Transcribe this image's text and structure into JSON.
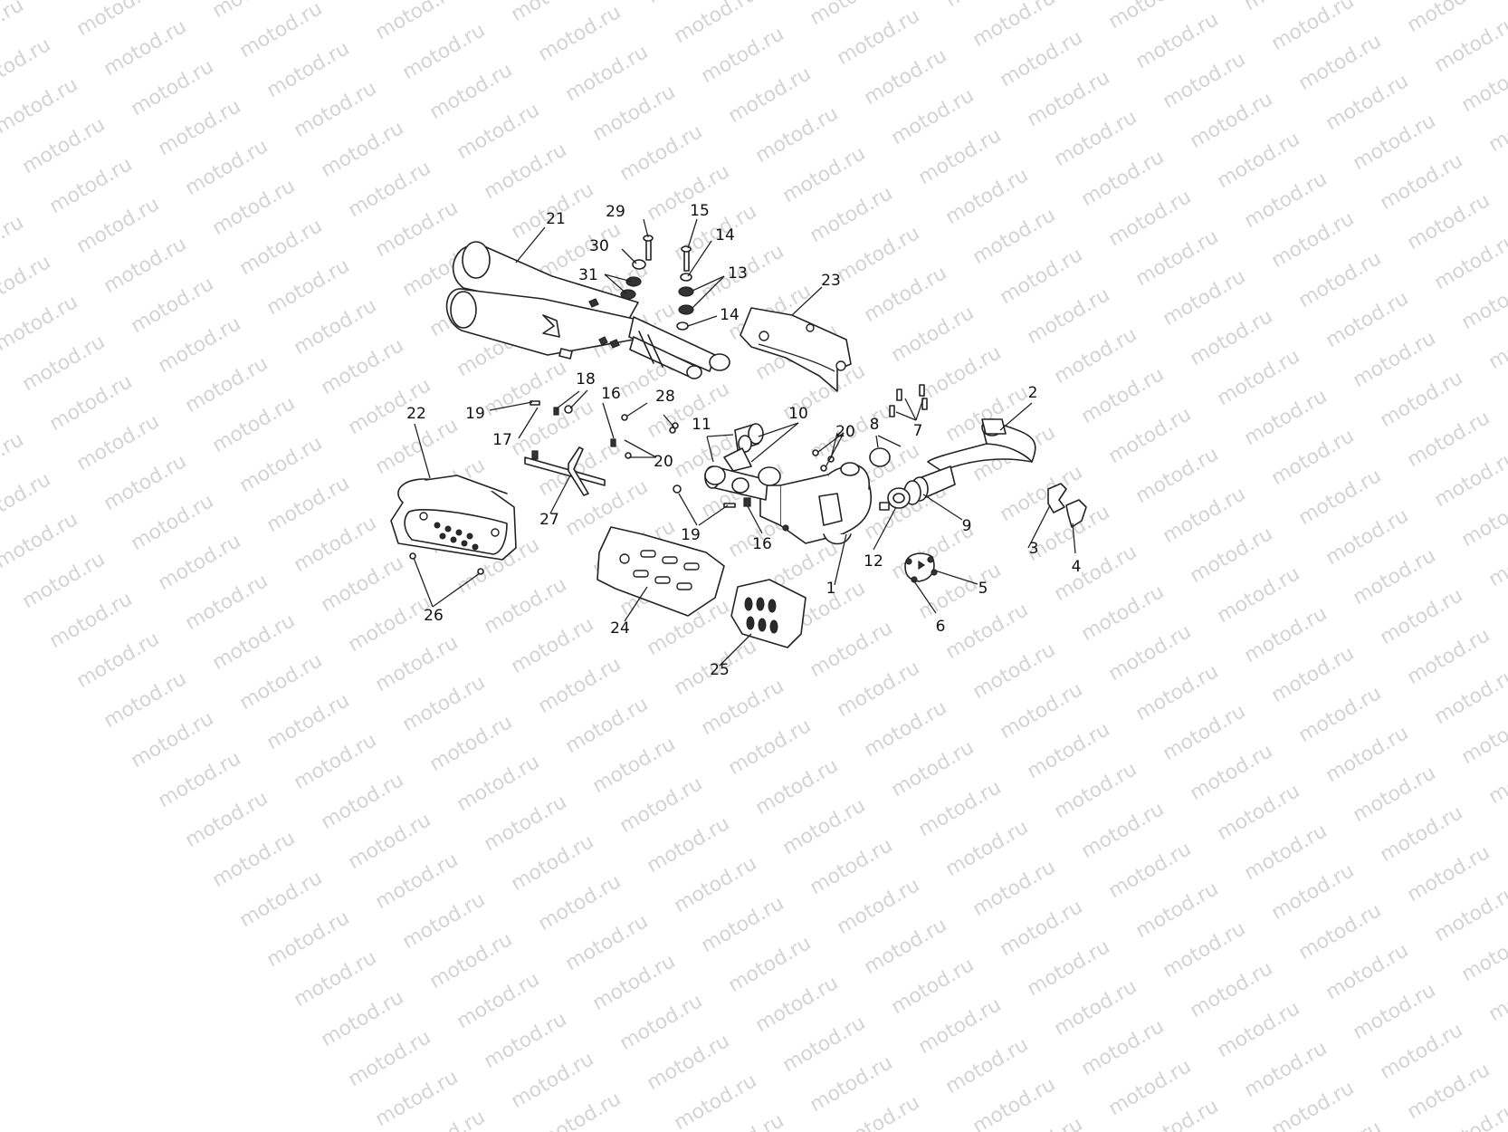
{
  "watermark": {
    "text": "motod.ru"
  },
  "diagram": {
    "callouts": [
      {
        "id": "1",
        "label": "1"
      },
      {
        "id": "2",
        "label": "2"
      },
      {
        "id": "3",
        "label": "3"
      },
      {
        "id": "4",
        "label": "4"
      },
      {
        "id": "5",
        "label": "5"
      },
      {
        "id": "6",
        "label": "6"
      },
      {
        "id": "7",
        "label": "7"
      },
      {
        "id": "8",
        "label": "8"
      },
      {
        "id": "9",
        "label": "9"
      },
      {
        "id": "10",
        "label": "10"
      },
      {
        "id": "11",
        "label": "11"
      },
      {
        "id": "12",
        "label": "12"
      },
      {
        "id": "13",
        "label": "13"
      },
      {
        "id": "14a",
        "label": "14"
      },
      {
        "id": "14b",
        "label": "14"
      },
      {
        "id": "15",
        "label": "15"
      },
      {
        "id": "16a",
        "label": "16"
      },
      {
        "id": "16b",
        "label": "16"
      },
      {
        "id": "17",
        "label": "17"
      },
      {
        "id": "18",
        "label": "18"
      },
      {
        "id": "19a",
        "label": "19"
      },
      {
        "id": "19b",
        "label": "19"
      },
      {
        "id": "20a",
        "label": "20"
      },
      {
        "id": "20b",
        "label": "20"
      },
      {
        "id": "21",
        "label": "21"
      },
      {
        "id": "22",
        "label": "22"
      },
      {
        "id": "23",
        "label": "23"
      },
      {
        "id": "24",
        "label": "24"
      },
      {
        "id": "25",
        "label": "25"
      },
      {
        "id": "26",
        "label": "26"
      },
      {
        "id": "27",
        "label": "27"
      },
      {
        "id": "28",
        "label": "28"
      },
      {
        "id": "29",
        "label": "29"
      },
      {
        "id": "30",
        "label": "30"
      },
      {
        "id": "31",
        "label": "31"
      }
    ]
  }
}
